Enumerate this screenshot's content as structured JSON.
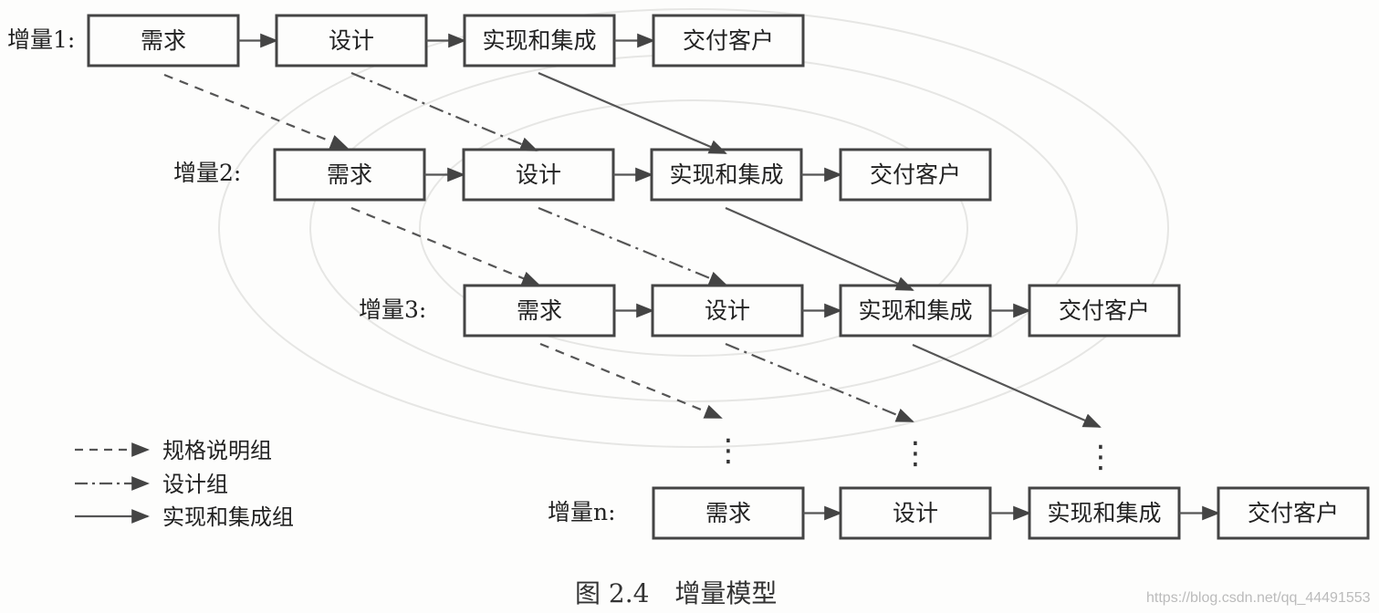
{
  "boxes": {
    "requirement": "需求",
    "design": "设计",
    "implement": "实现和集成",
    "deliver": "交付客户"
  },
  "increments": [
    {
      "label": "增量1:"
    },
    {
      "label": "增量2:"
    },
    {
      "label": "增量3:"
    },
    {
      "label": "增量n:"
    }
  ],
  "continuation": "⋮",
  "legend": {
    "spec_team": "规格说明组",
    "design_team": "设计组",
    "impl_team": "实现和集成组"
  },
  "caption": "图 2.4　增量模型",
  "watermark": "https://blog.csdn.net/qq_44491553"
}
